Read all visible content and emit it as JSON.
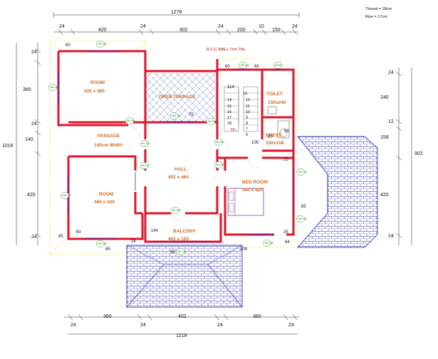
{
  "notes": {
    "thread": "Thread = 28cm",
    "rise": "Rise    = 17cm",
    "rcc_wall": "R.C.C WALL 7cm Thk."
  },
  "dims": {
    "top_total": "1278",
    "top_segs": [
      "24",
      "420",
      "24",
      "402",
      "24",
      "200",
      "10",
      "150",
      "24"
    ],
    "bottom_total": "1218",
    "bottom_segs": [
      "24",
      "360",
      "24",
      "402",
      "24",
      "360",
      "24"
    ],
    "left_total": "1016",
    "left_segs": [
      "24",
      "360",
      "24",
      "140",
      "420",
      "24"
    ],
    "right_total": "902",
    "right_segs": [
      "24",
      "240",
      "12",
      "158",
      "420",
      "24"
    ]
  },
  "rooms": [
    {
      "name": "ROOM",
      "size": "420 x 360"
    },
    {
      "name": "OPEN TERRACE",
      "size": ""
    },
    {
      "name": "TOILET",
      "size": "150x240"
    },
    {
      "name": "DRESS",
      "size": "150x158"
    },
    {
      "name": "PASSAGE",
      "size": "140cm Width"
    },
    {
      "name": "HALL",
      "size": "402 x 464"
    },
    {
      "name": "BED ROOM",
      "size": "360 x 420"
    },
    {
      "name": "ROOM",
      "size": "360 x 420"
    },
    {
      "name": "BALCONY",
      "size": "402 x 120"
    }
  ],
  "inner_dims": {
    "d60a": "60",
    "d60b": "60",
    "d60c": "60",
    "d75": "75",
    "d114": "114",
    "d105": "105",
    "d80": "80",
    "d55": "55",
    "d25a": "25",
    "d25b": "25",
    "d85a": "85",
    "d85b": "85",
    "d85c": "85",
    "d85d": "85",
    "d144": "144",
    "d109": "109",
    "d84": "84",
    "d24a": "24",
    "d13": "13",
    "dn": "Dn"
  },
  "stairs": {
    "left": [
      "14",
      "15",
      "16",
      "17",
      "18"
    ],
    "right": [
      "12",
      "11",
      "10",
      "9",
      "8",
      "7",
      "6"
    ]
  },
  "tags": {
    "w100_140": "100 140",
    "d90_210": "90 210",
    "w150_140": "150 140",
    "w90_140": "90 140",
    "w60_60": "60 60"
  },
  "colors": {
    "wall": "#e0142a",
    "roof_tiles": "#1f1fb0",
    "room_label": "#d2691e",
    "yellow_dash": "#e8e000",
    "door_tag": "#2a9a2a"
  }
}
